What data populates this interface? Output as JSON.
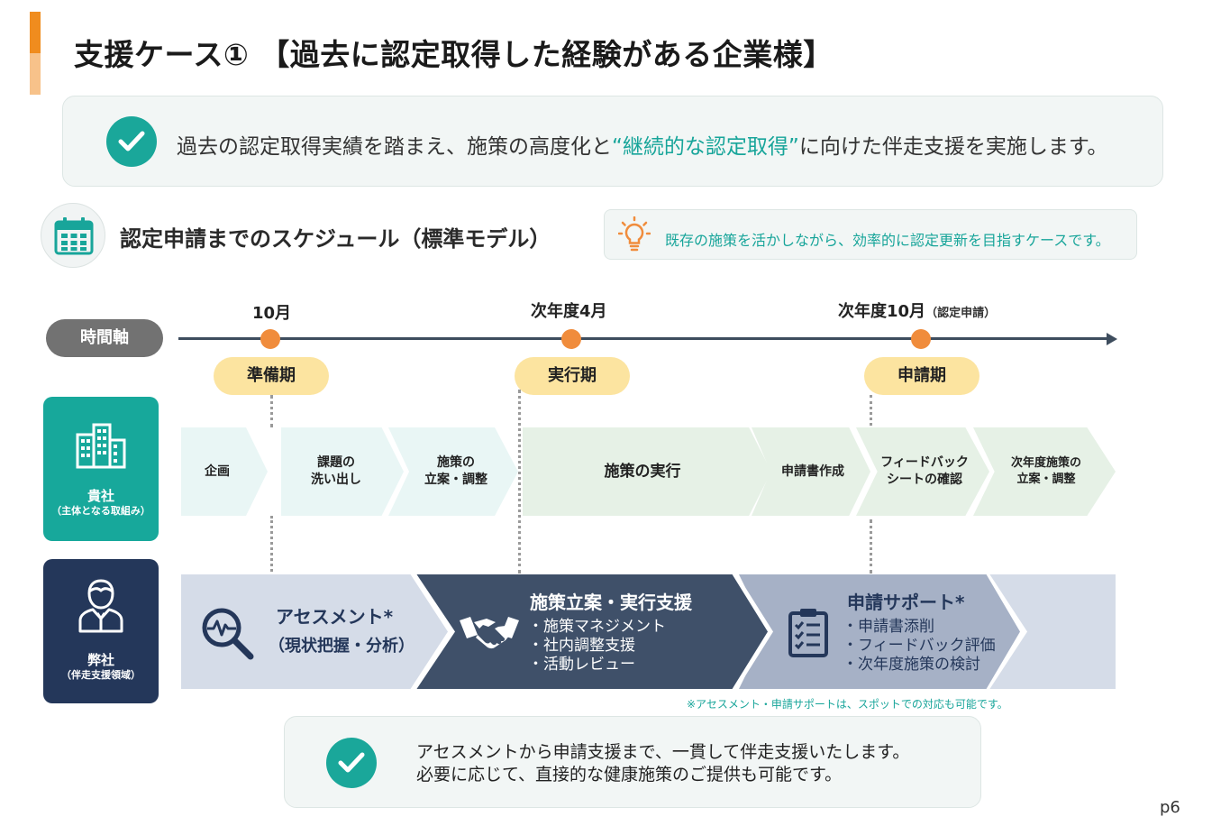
{
  "title": "支援ケース① 【過去に認定取得した経験がある企業様】",
  "summary": {
    "before": "過去の認定取得実績を踏まえ、施策の高度化と",
    "highlight": "“継続的な認定取得”",
    "after": "に向けた伴走支援を実施します。"
  },
  "schedule": {
    "title": "認定申請までのスケジュール（標準モデル）",
    "tip": "既存の施策を活かしながら、効率的に認定更新を目指すケースです。"
  },
  "timeline": {
    "axis_label": "時間軸",
    "ticks": [
      {
        "label": "10月",
        "sub": ""
      },
      {
        "label": "次年度4月",
        "sub": ""
      },
      {
        "label": "次年度10月",
        "sub": "（認定申請）"
      }
    ],
    "phases": [
      "準備期",
      "実行期",
      "申請期"
    ]
  },
  "roles": {
    "client": {
      "name": "貴社",
      "sub": "（主体となる取組み）"
    },
    "us": {
      "name": "弊社",
      "sub": "（伴走支援領域）"
    }
  },
  "client_steps": [
    {
      "l1": "企画",
      "l2": ""
    },
    {
      "l1": "課題の",
      "l2": "洗い出し"
    },
    {
      "l1": "施策の",
      "l2": "立案・調整"
    },
    {
      "l1": "施策の実行",
      "l2": ""
    },
    {
      "l1": "申請書作成",
      "l2": ""
    },
    {
      "l1": "フィードバック",
      "l2": "シートの確認"
    },
    {
      "l1": "次年度施策の",
      "l2": "立案・調整"
    }
  ],
  "support": [
    {
      "title": "アセスメント*",
      "sub": "（現状把握・分析）",
      "items": []
    },
    {
      "title": "施策立案・実行支援",
      "sub": "",
      "items": [
        "・施策マネジメント",
        "・社内調整支援",
        "・活動レビュー"
      ]
    },
    {
      "title": "申請サポート*",
      "sub": "",
      "items": [
        "・申請書添削",
        "・フィードバック評価",
        "・次年度施策の検討"
      ]
    }
  ],
  "note": "※アセスメント・申請サポートは、スポットでの対応も可能です。",
  "bottom": {
    "line1": "アセスメントから申請支援まで、一貫して伴走支援いたします。",
    "line2": "必要に応じて、直接的な健康施策のご提供も可能です。"
  },
  "page_number": "p6",
  "colors": {
    "accent": "#f08c1e",
    "teal": "#18a59a",
    "navy": "#24375a",
    "phase": "#fce4a0",
    "dot": "#f08c3c"
  }
}
